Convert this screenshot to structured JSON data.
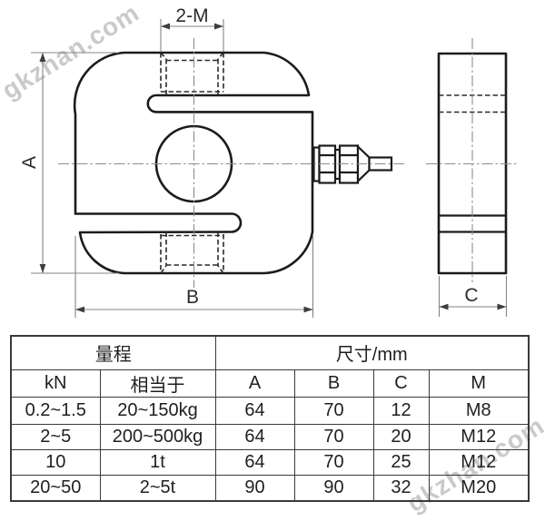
{
  "watermarks": [
    {
      "text": "gkzhan.com",
      "color": "#cacaca"
    },
    {
      "text": "gkzhan.com",
      "color": "#cacaca"
    }
  ],
  "drawing": {
    "labels": {
      "thread_callout": "2-M",
      "height": "A",
      "width": "B",
      "depth": "C"
    }
  },
  "table": {
    "group_headers": {
      "range": "量程",
      "dims": "尺寸/mm"
    },
    "columns": [
      "kN",
      "相当于",
      "A",
      "B",
      "C",
      "M"
    ],
    "rows": [
      [
        "0.2~1.5",
        "20~150kg",
        "64",
        "70",
        "12",
        "M8"
      ],
      [
        "2~5",
        "200~500kg",
        "64",
        "70",
        "20",
        "M12"
      ],
      [
        "10",
        "1t",
        "64",
        "70",
        "25",
        "M12"
      ],
      [
        "20~50",
        "2~5t",
        "90",
        "90",
        "32",
        "M20"
      ]
    ]
  }
}
